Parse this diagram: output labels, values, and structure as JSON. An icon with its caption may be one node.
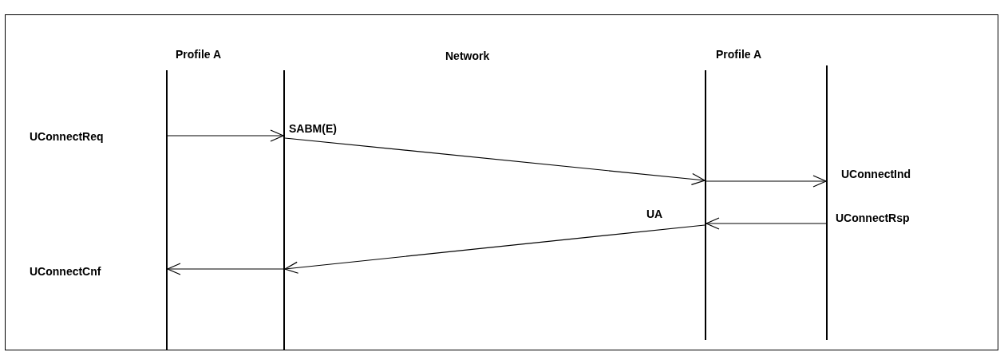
{
  "diagram": {
    "nodes": [
      {
        "text": [],
        "shape": "bar"
      },
      {
        "text": [],
        "shape": "bar"
      },
      {
        "text": [],
        "shape": "bar"
      },
      {
        "text": [],
        "shape": "bar"
      }
    ],
    "edges": [
      {
        "from": 0,
        "to": 1,
        "arrow": "to"
      },
      {
        "from": 1,
        "to": 2,
        "arrow": "to",
        "label": "SABM(E)"
      },
      {
        "from": 2,
        "to": 3,
        "arrow": "to"
      },
      {
        "from": 3,
        "to": 2,
        "arrow": "to"
      },
      {
        "from": 2,
        "to": 1,
        "arrow": "to",
        "label": "UA"
      },
      {
        "from": 1,
        "to": 0,
        "arrow": "to"
      }
    ],
    "labels": [
      "Profile A",
      "Network",
      "Profile A",
      "UConnectReq",
      "UConnectInd",
      "UConnectRsp",
      "UConnectCnf"
    ]
  }
}
